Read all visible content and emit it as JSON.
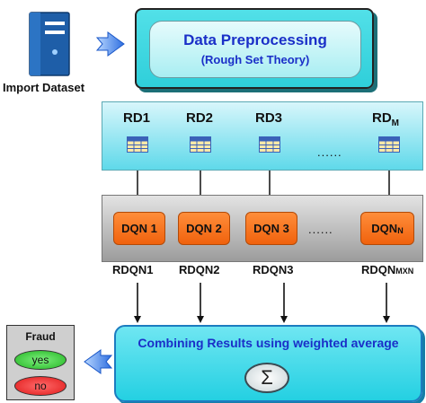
{
  "import": {
    "label": "Import Dataset"
  },
  "preprocessing": {
    "title": "Data Preprocessing",
    "subtitle": "(Rough Set Theory)"
  },
  "rd_nodes": [
    {
      "label": "RD1",
      "sub": ""
    },
    {
      "label": "RD2",
      "sub": ""
    },
    {
      "label": "RD3",
      "sub": ""
    },
    {
      "label": "RD",
      "sub": "M"
    }
  ],
  "rd_ellipsis": "......",
  "dqn_nodes": [
    {
      "label": "DQN 1",
      "sub": ""
    },
    {
      "label": "DQN 2",
      "sub": ""
    },
    {
      "label": "DQN 3",
      "sub": ""
    },
    {
      "label": "DQN",
      "sub": "N"
    }
  ],
  "dqn_ellipsis": "......",
  "rdqn_labels": [
    {
      "label": "RDQN1",
      "sub": ""
    },
    {
      "label": "RDQN2",
      "sub": ""
    },
    {
      "label": "RDQN3",
      "sub": ""
    },
    {
      "label": "RDQN",
      "sub": "MXN"
    }
  ],
  "combine": {
    "title": "Combining Results using weighted average",
    "symbol": "Σ"
  },
  "fraud": {
    "title": "Fraud",
    "yes": "yes",
    "no": "no"
  },
  "colors": {
    "title_blue": "#1a2fc8",
    "dqn_orange": "#f0620d",
    "arrow_blue": "#2f6fe0",
    "cyan": "#2fcfda"
  },
  "icons": [
    "server-icon",
    "table-grid-icon",
    "double-arrow-icon",
    "sigma-icon"
  ]
}
